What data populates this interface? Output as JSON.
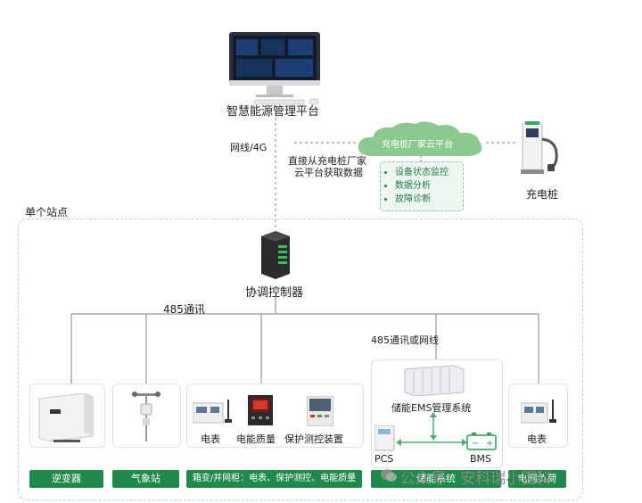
{
  "platform": {
    "title": "智慧能源管理平台"
  },
  "network_label": "网线/4G",
  "direct_fetch_label_line1": "直接从充电桩厂家",
  "direct_fetch_label_line2": "云平台获取数据",
  "cloud": {
    "title": "充电桩厂家云平台",
    "features": [
      "设备状态监控",
      "数据分析",
      "故障诊断"
    ]
  },
  "charger": {
    "label": "充电桩"
  },
  "site": {
    "label": "单个站点"
  },
  "controller": {
    "label": "协调控制器"
  },
  "comm_485": "485通讯",
  "comm_485_or_net": "485通讯或网线",
  "devices": {
    "meter": "电表",
    "power_quality": "电能质量",
    "protection": "保护测控装置"
  },
  "storage": {
    "ems": "储能EMS管理系统",
    "pcs": "PCS",
    "bms": "BMS"
  },
  "meter_right": "电表",
  "bottom_labels": {
    "inverter": "逆变器",
    "weather": "气象站",
    "substation": "箱变/并网柜：电表、保护测控、电能质量",
    "storage": "储能系统",
    "grid_load": "电网负荷"
  },
  "watermark": "公众号 · 安科瑞小百科",
  "colors": {
    "accent": "#1f8a4c",
    "cloud": "#8cc98f"
  }
}
